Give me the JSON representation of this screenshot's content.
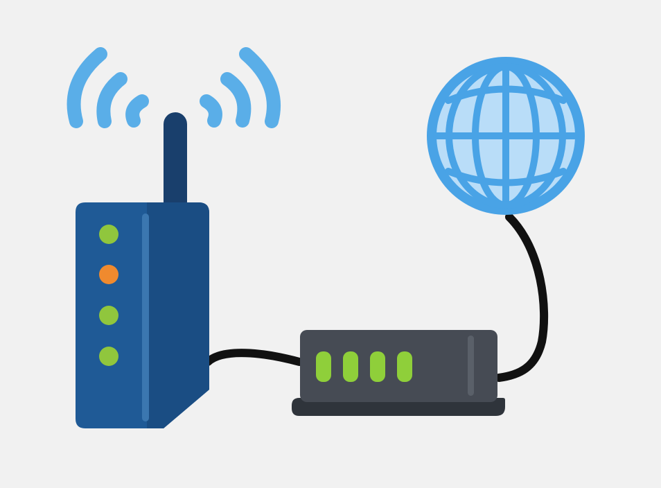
{
  "scene": {
    "icons": {
      "wifi_signal": "wifi-signal-icon",
      "wireless_router": "wireless-router-icon",
      "modem": "modem-icon",
      "globe": "globe-icon",
      "cable": "ethernet-cable-icon"
    },
    "colors": {
      "background": "#f1f1f1",
      "signal_waves": "#5aaee8",
      "router_body": "#1f5a96",
      "router_side": "#1a4d83",
      "router_highlight": "#3b77b0",
      "router_antenna": "#193f6c",
      "led_green": "#90c63d",
      "led_orange": "#f08a2e",
      "modem_body": "#464b54",
      "modem_base": "#2f343b",
      "modem_highlight": "#5a6069",
      "modem_led": "#8fcf3a",
      "globe_fill": "#b9ddf8",
      "globe_lines": "#49a3e6",
      "cable": "#111111"
    },
    "router": {
      "leds": [
        "green",
        "orange",
        "green",
        "green"
      ]
    },
    "modem": {
      "port_led_count": 4
    }
  }
}
